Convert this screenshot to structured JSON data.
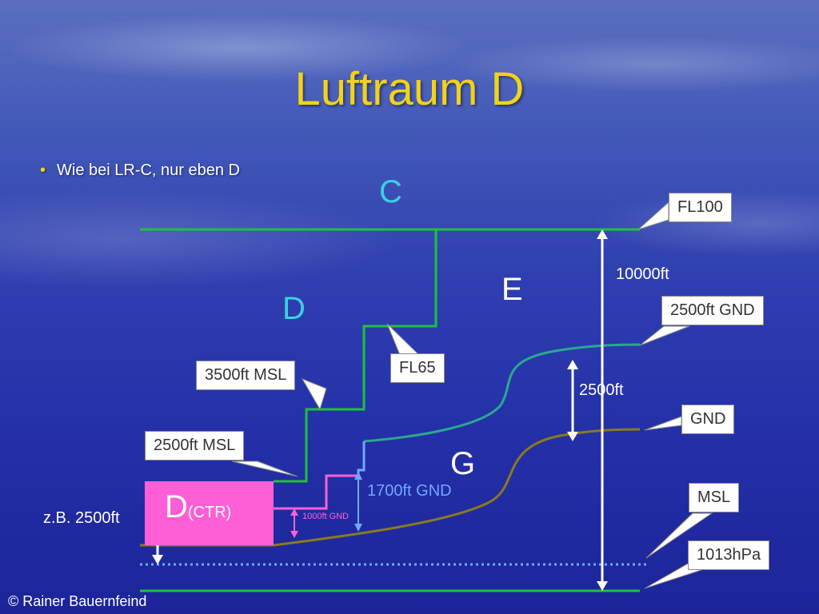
{
  "title": "Luftraum D",
  "bullet": "Wie bei LR-C, nur eben D",
  "zones": {
    "c": "C",
    "d": "D",
    "e": "E",
    "g": "G",
    "ctr_main": "D",
    "ctr_sub": "(CTR)"
  },
  "measures": {
    "ft10000": "10000ft",
    "ft2500": "2500ft",
    "gnd1700": "1700ft GND",
    "gnd1000": "1000ft GND",
    "example": "z.B. 2500ft"
  },
  "callouts": {
    "fl100": "FL100",
    "gnd2500": "2500ft GND",
    "gnd": "GND",
    "msl": "MSL",
    "hpa": "1013hPa",
    "fl65": "FL65",
    "msl3500": "3500ft MSL",
    "msl2500": "2500ft MSL"
  },
  "colors": {
    "title": "#f2d21a",
    "zone_letters": "#3ad1e0",
    "boundary_green": "#1ec23a",
    "ground_line": "#8a7a1e",
    "gnd2500_line": "#2aa890",
    "ctr_fill": "#ff5fd6",
    "pink_step": "#ff5fd6",
    "blue_step": "#6fa8ff",
    "msl_dotted": "#6fa8ff"
  },
  "copyright": "© Rainer Bauernfeind"
}
